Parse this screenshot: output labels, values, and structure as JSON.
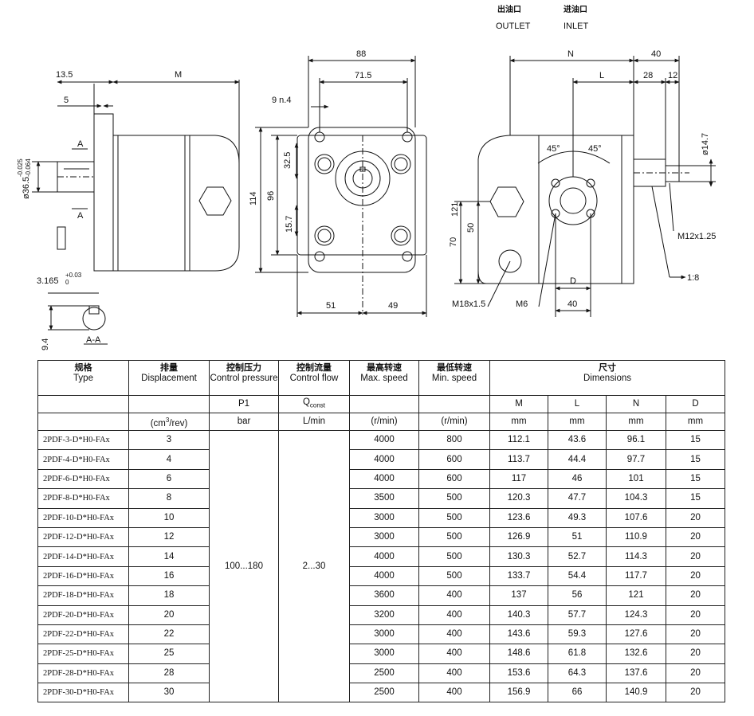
{
  "drawing": {
    "outlet_zh": "出油口",
    "outlet_en": "OUTLET",
    "inlet_zh": "进油口",
    "inlet_en": "INLET",
    "side_view": {
      "dim_13_5": "13.5",
      "dim_M": "M",
      "dim_5": "5",
      "section_label_a": "A",
      "shaft_dia": "ø36.5",
      "shaft_tol_upper": "-0.025",
      "shaft_tol_lower": "-0.064",
      "key_width": "3.165",
      "key_tol_upper": "+0.03",
      "key_tol_lower": "0",
      "dim_9_4": "9.4",
      "section_caption": "A-A"
    },
    "front_view": {
      "dim_88": "88",
      "dim_71_5": "71.5",
      "dim_holes": "9 n.4",
      "dim_32_5": "32.5",
      "dim_114": "114",
      "dim_96": "96",
      "dim_15_7": "15.7",
      "dim_51": "51",
      "dim_49": "49"
    },
    "rear_view": {
      "dim_N": "N",
      "dim_40_top": "40",
      "dim_L": "L",
      "dim_28": "28",
      "dim_12": "12",
      "dim_14_7": "ø14.7",
      "angle_a": "45°",
      "angle_b": "45°",
      "dim_121": "121",
      "dim_70": "70",
      "dim_50": "50",
      "dim_D": "D",
      "dim_40_bottom": "40",
      "thread_m12": "M12x1.25",
      "taper": "1:8",
      "thread_m18": "M18x1.5",
      "thread_m6": "M6"
    }
  },
  "table": {
    "headers": {
      "type_zh": "规格",
      "type_en": "Type",
      "disp_zh": "排量",
      "disp_en": "Displacement",
      "pres_zh": "控制压力",
      "pres_en": "Control pressure",
      "flow_zh": "控制流量",
      "flow_en": "Control flow",
      "max_zh": "最高转速",
      "max_en": "Max. speed",
      "min_zh": "最低转速",
      "min_en": "Min. speed",
      "dim_zh": "尺寸",
      "dim_en": "Dimensions"
    },
    "symbols": {
      "pressure": "P1",
      "flow_main": "Q",
      "flow_sub": "const",
      "M": "M",
      "L": "L",
      "N": "N",
      "D": "D"
    },
    "units": {
      "disp_pre": "(cm",
      "disp_sup": "3",
      "disp_post": "/rev)",
      "pressure": "bar",
      "flow": "L/min",
      "max": "(r/min)",
      "min": "(r/min)",
      "M": "mm",
      "L": "mm",
      "N": "mm",
      "D": "mm"
    },
    "control_pressure_range": "100...180",
    "control_flow_range": "2...30",
    "rows": [
      {
        "type": "2PDF-3-D*H0-FAx",
        "disp": "3",
        "max": "4000",
        "min": "800",
        "M": "112.1",
        "L": "43.6",
        "N": "96.1",
        "D": "15"
      },
      {
        "type": "2PDF-4-D*H0-FAx",
        "disp": "4",
        "max": "4000",
        "min": "600",
        "M": "113.7",
        "L": "44.4",
        "N": "97.7",
        "D": "15"
      },
      {
        "type": "2PDF-6-D*H0-FAx",
        "disp": "6",
        "max": "4000",
        "min": "600",
        "M": "117",
        "L": "46",
        "N": "101",
        "D": "15"
      },
      {
        "type": "2PDF-8-D*H0-FAx",
        "disp": "8",
        "max": "3500",
        "min": "500",
        "M": "120.3",
        "L": "47.7",
        "N": "104.3",
        "D": "15"
      },
      {
        "type": "2PDF-10-D*H0-FAx",
        "disp": "10",
        "max": "3000",
        "min": "500",
        "M": "123.6",
        "L": "49.3",
        "N": "107.6",
        "D": "20"
      },
      {
        "type": "2PDF-12-D*H0-FAx",
        "disp": "12",
        "max": "3000",
        "min": "500",
        "M": "126.9",
        "L": "51",
        "N": "110.9",
        "D": "20"
      },
      {
        "type": "2PDF-14-D*H0-FAx",
        "disp": "14",
        "max": "4000",
        "min": "500",
        "M": "130.3",
        "L": "52.7",
        "N": "114.3",
        "D": "20"
      },
      {
        "type": "2PDF-16-D*H0-FAx",
        "disp": "16",
        "max": "4000",
        "min": "500",
        "M": "133.7",
        "L": "54.4",
        "N": "117.7",
        "D": "20"
      },
      {
        "type": "2PDF-18-D*H0-FAx",
        "disp": "18",
        "max": "3600",
        "min": "400",
        "M": "137",
        "L": "56",
        "N": "121",
        "D": "20"
      },
      {
        "type": "2PDF-20-D*H0-FAx",
        "disp": "20",
        "max": "3200",
        "min": "400",
        "M": "140.3",
        "L": "57.7",
        "N": "124.3",
        "D": "20"
      },
      {
        "type": "2PDF-22-D*H0-FAx",
        "disp": "22",
        "max": "3000",
        "min": "400",
        "M": "143.6",
        "L": "59.3",
        "N": "127.6",
        "D": "20"
      },
      {
        "type": "2PDF-25-D*H0-FAx",
        "disp": "25",
        "max": "3000",
        "min": "400",
        "M": "148.6",
        "L": "61.8",
        "N": "132.6",
        "D": "20"
      },
      {
        "type": "2PDF-28-D*H0-FAx",
        "disp": "28",
        "max": "2500",
        "min": "400",
        "M": "153.6",
        "L": "64.3",
        "N": "137.6",
        "D": "20"
      },
      {
        "type": "2PDF-30-D*H0-FAx",
        "disp": "30",
        "max": "2500",
        "min": "400",
        "M": "156.9",
        "L": "66",
        "N": "140.9",
        "D": "20"
      }
    ]
  }
}
